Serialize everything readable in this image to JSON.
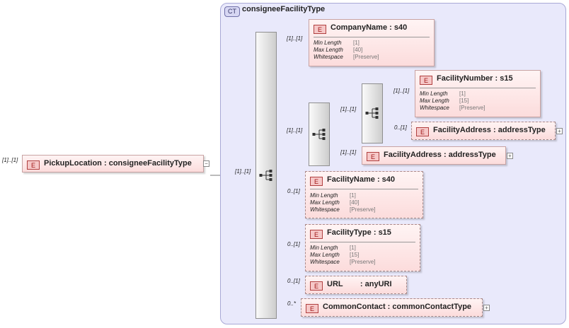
{
  "root": {
    "cardinality": "[1]..[1]",
    "badge": "E",
    "name": "PickupLocation",
    "type": "consigneeFacilityType",
    "collapse_symbol": "−"
  },
  "complex_type": {
    "badge": "CT",
    "name": "consigneeFacilityType"
  },
  "main_sequence": {
    "cardinality": "[1]..[1]"
  },
  "elements": {
    "company_name": {
      "cardinality": "[1]..[1]",
      "badge": "E",
      "name": "CompanyName",
      "type": "s40",
      "facets": [
        {
          "label": "Min Length",
          "value": "[1]"
        },
        {
          "label": "Max Length",
          "value": "[40]"
        },
        {
          "label": "Whitespace",
          "value": "[Preserve]"
        }
      ]
    },
    "inner_sequence": {
      "cardinality": "[1]..[1]"
    },
    "inner_choice_a": {
      "cardinality": "[1]..[1]"
    },
    "facility_number": {
      "cardinality": "[1]..[1]",
      "badge": "E",
      "name": "FacilityNumber",
      "type": "s15",
      "facets": [
        {
          "label": "Min Length",
          "value": "[1]"
        },
        {
          "label": "Max Length",
          "value": "[15]"
        },
        {
          "label": "Whitespace",
          "value": "[Preserve]"
        }
      ]
    },
    "facility_address_opt": {
      "cardinality": "0..[1]",
      "badge": "E",
      "name": "FacilityAddress",
      "type": "addressType",
      "expand_symbol": "+"
    },
    "facility_address": {
      "cardinality": "[1]..[1]",
      "badge": "E",
      "name": "FacilityAddress",
      "type": "addressType",
      "expand_symbol": "+"
    },
    "facility_name": {
      "cardinality": "0..[1]",
      "badge": "E",
      "name": "FacilityName",
      "type": "s40",
      "facets": [
        {
          "label": "Min Length",
          "value": "[1]"
        },
        {
          "label": "Max Length",
          "value": "[40]"
        },
        {
          "label": "Whitespace",
          "value": "[Preserve]"
        }
      ]
    },
    "facility_type": {
      "cardinality": "0..[1]",
      "badge": "E",
      "name": "FacilityType",
      "type": "s15",
      "facets": [
        {
          "label": "Min Length",
          "value": "[1]"
        },
        {
          "label": "Max Length",
          "value": "[15]"
        },
        {
          "label": "Whitespace",
          "value": "[Preserve]"
        }
      ]
    },
    "url": {
      "cardinality": "0..[1]",
      "badge": "E",
      "name": "URL",
      "type": "anyURI"
    },
    "common_contact": {
      "cardinality": "0..*",
      "badge": "E",
      "name": "CommonContact",
      "type": "commonContactType",
      "expand_symbol": "+"
    }
  }
}
